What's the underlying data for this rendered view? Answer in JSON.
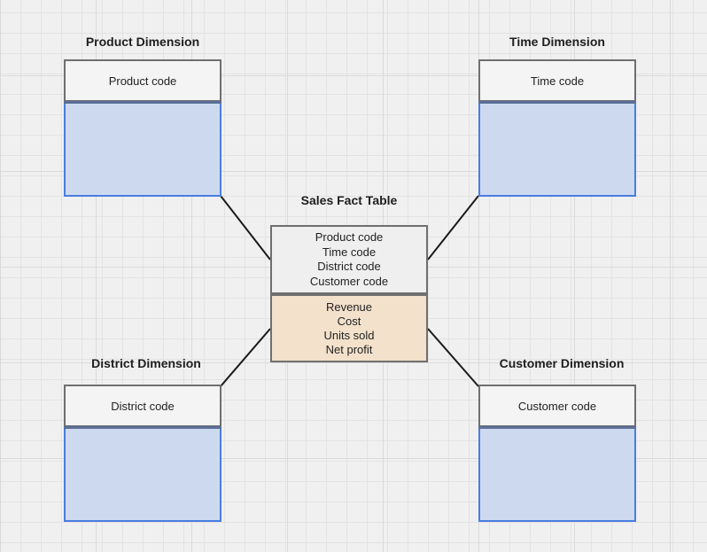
{
  "diagram": {
    "fact": {
      "title": "Sales Fact Table",
      "keys": [
        "Product code",
        "Time code",
        "District code",
        "Customer code"
      ],
      "measures": [
        "Revenue",
        "Cost",
        "Units sold",
        "Net profit"
      ]
    },
    "dimensions": {
      "product": {
        "title": "Product Dimension",
        "key": "Product code"
      },
      "time": {
        "title": "Time Dimension",
        "key": "Time code"
      },
      "district": {
        "title": "District Dimension",
        "key": "District code"
      },
      "customer": {
        "title": "Customer Dimension",
        "key": "Customer code"
      }
    }
  },
  "colors": {
    "background": "#f0f0f0",
    "dimension_body": "#ccd9ef",
    "dimension_border": "#4a7de0",
    "fact_measures": "#f3e1cb",
    "header": "#f4f4f4",
    "border": "#6f6f6f"
  }
}
